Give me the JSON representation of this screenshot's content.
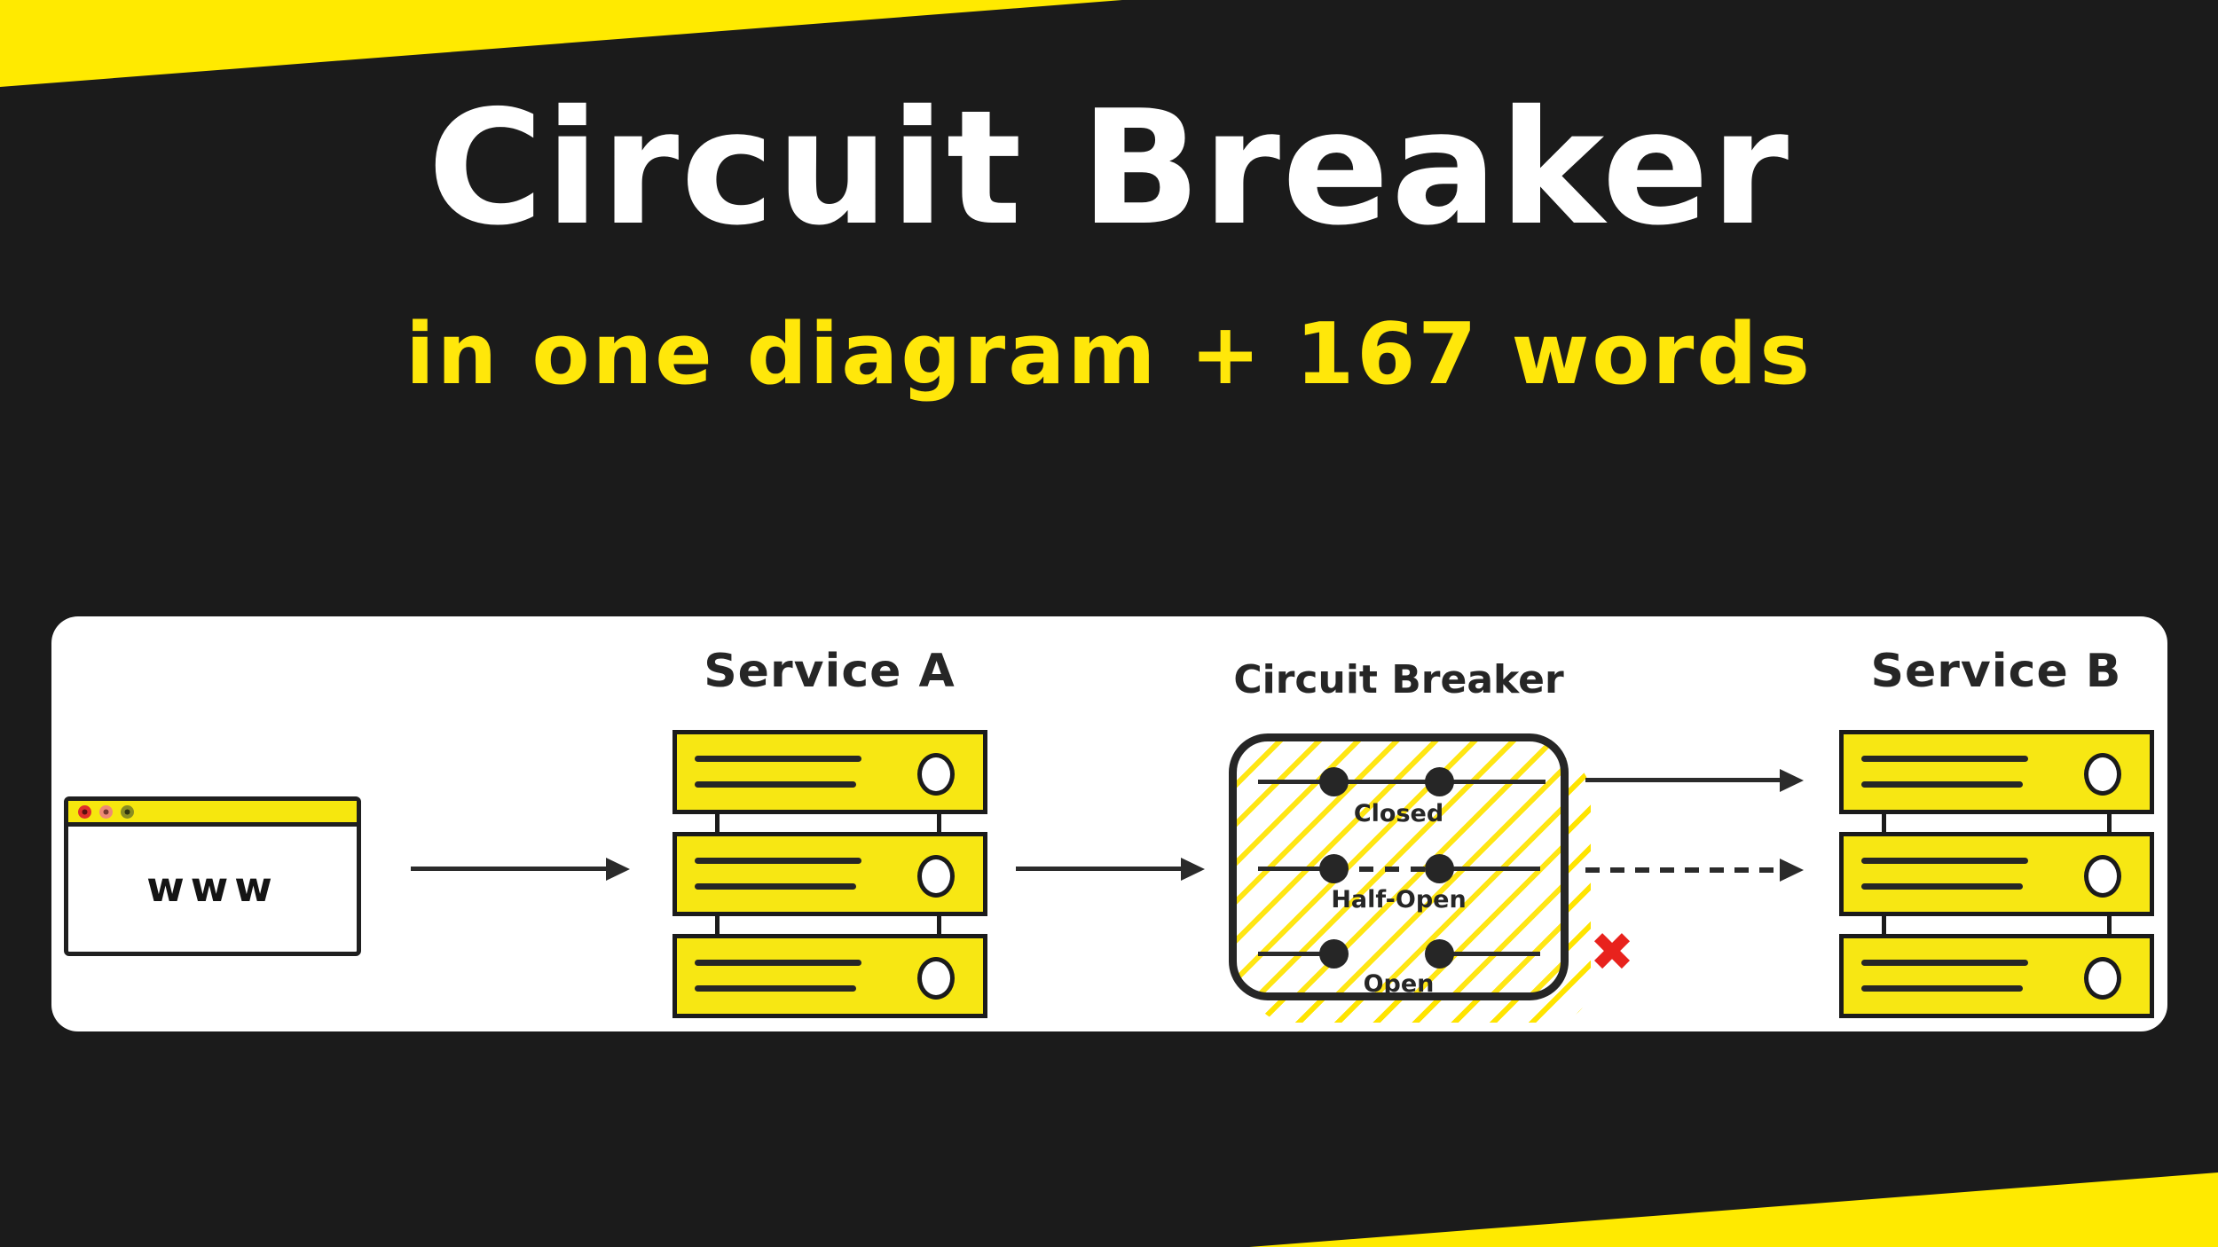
{
  "header": {
    "title": "Circuit Breaker",
    "subtitle": "in one diagram + 167 words"
  },
  "diagram": {
    "client": {
      "label": "www"
    },
    "service_a": {
      "label": "Service A",
      "server_count": 3
    },
    "circuit_breaker": {
      "label": "Circuit Breaker",
      "states": [
        {
          "name": "Closed",
          "line": "solid"
        },
        {
          "name": "Half-Open",
          "line": "dashed"
        },
        {
          "name": "Open",
          "line": "gap"
        }
      ]
    },
    "service_b": {
      "label": "Service B",
      "server_count": 3
    },
    "failure_icon": "✖",
    "arrows": [
      {
        "from": "client",
        "to": "service_a",
        "style": "solid"
      },
      {
        "from": "service_a",
        "to": "circuit_breaker",
        "style": "solid"
      },
      {
        "from": "circuit_breaker",
        "to": "service_b",
        "style": "solid"
      },
      {
        "from": "circuit_breaker",
        "to": "service_b",
        "style": "dashed-blocked"
      }
    ]
  },
  "colors": {
    "background": "#1b1b1b",
    "accent_yellow": "#FFEA00",
    "server_yellow": "#F7E713",
    "panel_white": "#ffffff",
    "stroke_dark": "#262626",
    "error_red": "#E8221D"
  }
}
